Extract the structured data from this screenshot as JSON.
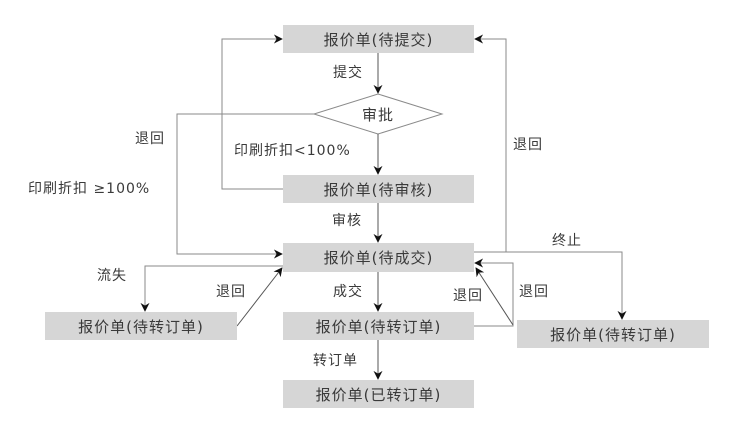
{
  "diagram": {
    "nodes": {
      "pending_submit": "报价单(待提交)",
      "approve": "审批",
      "pending_review": "报价单(待审核)",
      "pending_deal": "报价单(待成交)",
      "lost": "报价单(待转订单)",
      "pending_order": "报价单(待转订单)",
      "terminated": "报价单(待转订单)",
      "converted": "报价单(已转订单)"
    },
    "edges": {
      "submit": "提交",
      "discount_lt": "印刷折扣<100%",
      "return_left": "退回",
      "discount_ge": "印刷折扣 ≥100%",
      "review": "审核",
      "return_right_top": "退回",
      "terminate": "终止",
      "lose": "流失",
      "return_lost": "退回",
      "deal": "成交",
      "return_pending_order": "退回",
      "return_terminated": "退回",
      "convert": "转订单"
    },
    "colors": {
      "node_fill": "#d6d6d6",
      "line": "#8a8a8a",
      "arrow": "#111111",
      "text": "#3a3a3a"
    }
  }
}
